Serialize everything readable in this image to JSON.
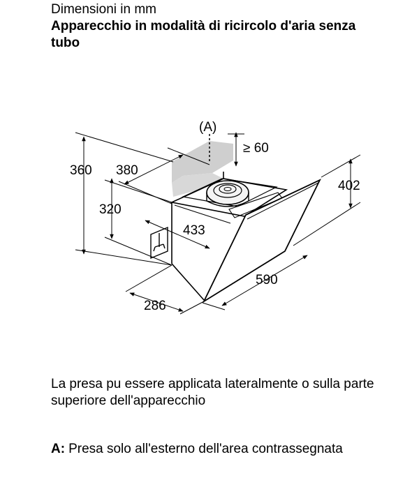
{
  "header": {
    "subtitle": "Dimensioni in mm",
    "title": "Apparecchio in modalità di ricircolo d'aria senza tubo"
  },
  "diagram": {
    "marker_label": "(A)",
    "dimensions": {
      "height_total": "360",
      "depth_top": "380",
      "clearance_top": "≥ 60",
      "height_glass": "402",
      "height_body": "320",
      "width_body": "433",
      "width_glass": "590",
      "depth_bottom": "286"
    }
  },
  "note": "La presa pu essere applicata lateralmente o sulla parte superiore dell'apparecchio",
  "legend": {
    "key": "A:",
    "text": "Presa solo all'esterno dell'area contrassegnata"
  }
}
